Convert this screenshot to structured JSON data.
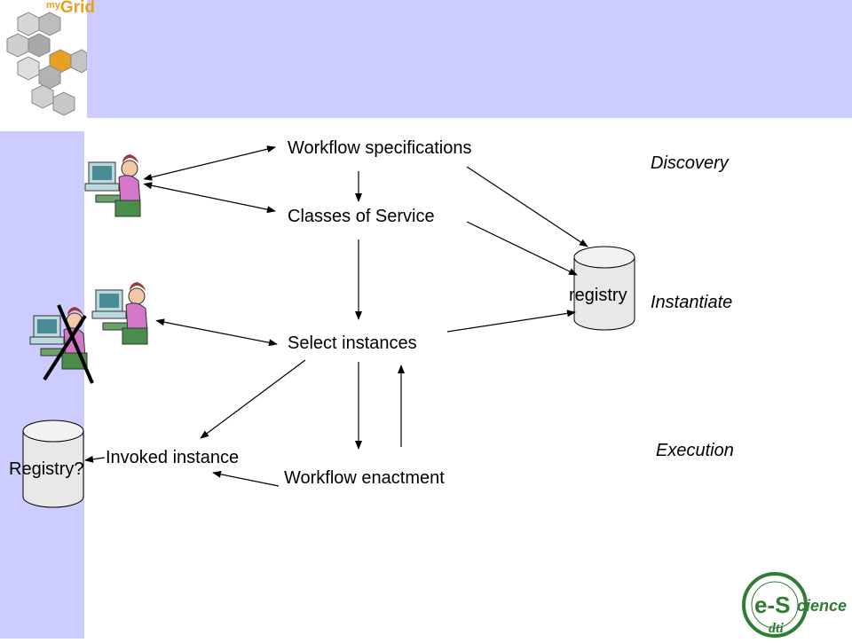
{
  "logo": {
    "my": "my",
    "grid": "Grid"
  },
  "nodes": {
    "workflow_specifications": "Workflow specifications",
    "classes_of_service": "Classes of Service",
    "select_instances": "Select instances",
    "workflow_enactment": "Workflow enactment",
    "invoked_instance": "Invoked instance",
    "registry": "registry",
    "registry_question": "Registry?"
  },
  "phases": {
    "discovery": "Discovery",
    "instantiate": "Instantiate",
    "execution": "Execution"
  },
  "escience_logo": {
    "e_s": "e-S",
    "science": "cience",
    "dti": "dti"
  },
  "colors": {
    "background_band": "#ccccff",
    "logo_orange": "#e8a020",
    "cylinder_fill": "#e8e8e8",
    "cross": "#000000",
    "escience_green": "#2e7d32"
  }
}
